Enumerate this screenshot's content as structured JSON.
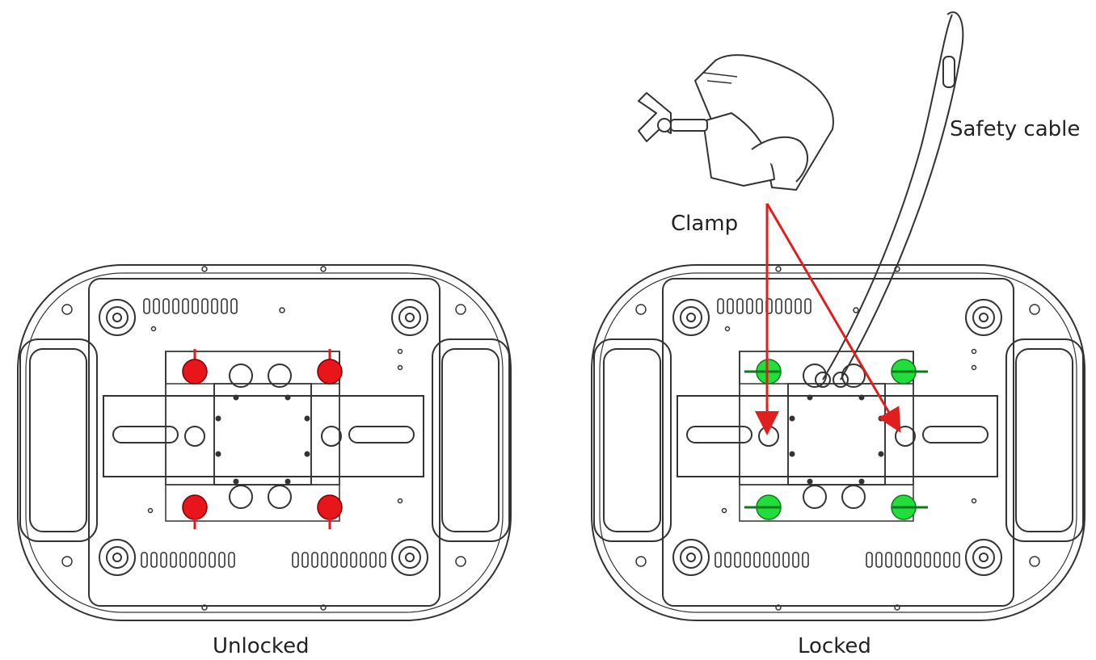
{
  "labels": {
    "unlocked": "Unlocked",
    "locked": "Locked",
    "clamp": "Clamp",
    "safety_cable": "Safety cable"
  },
  "colors": {
    "outline": "#333333",
    "unlocked_fastener": "#e8151b",
    "locked_fastener": "#22dd3c",
    "arrow": "#e01e1e"
  }
}
